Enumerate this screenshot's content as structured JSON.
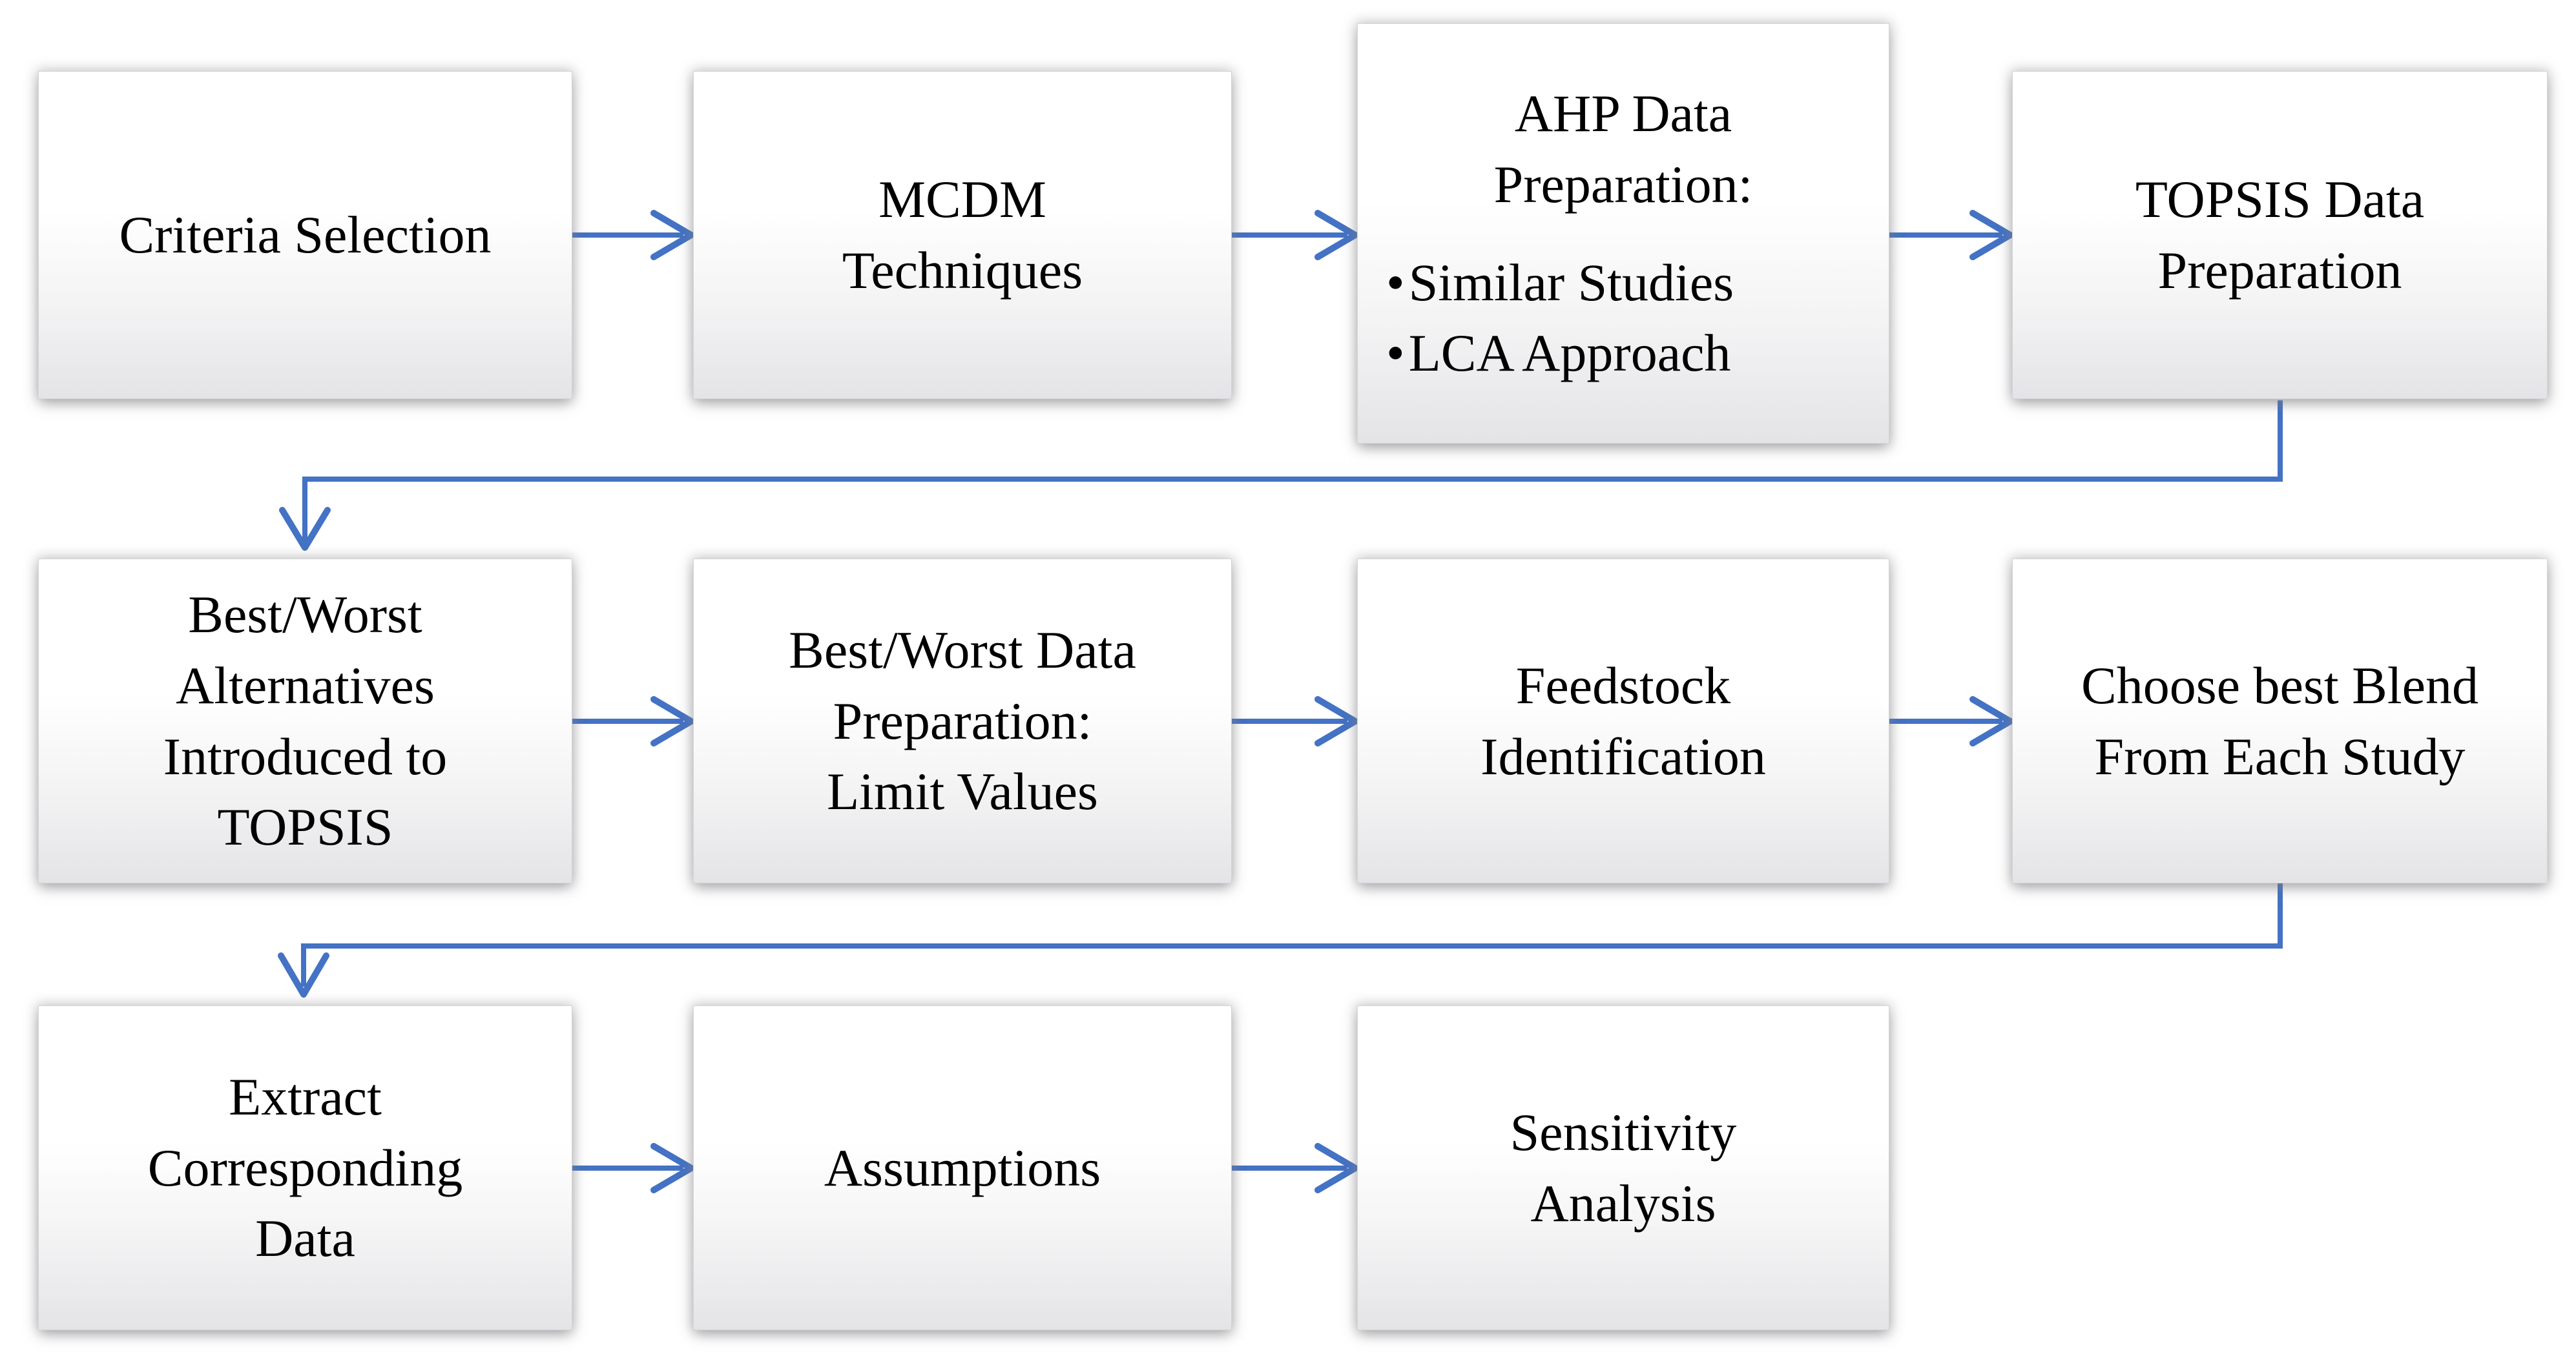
{
  "diagram": {
    "type": "flowchart",
    "background": "#ffffff"
  },
  "colors": {
    "arrow_blue": "#4472C4",
    "box_border": "#d4d4d8",
    "box_gradient_top": "#ffffff",
    "box_gradient_bottom": "#e4e4e7",
    "text": "#000000"
  },
  "boxes": [
    {
      "id": "criteria-selection",
      "lines": [
        "Criteria Selection"
      ]
    },
    {
      "id": "mcdm-techniques",
      "lines": [
        "MCDM",
        "Techniques"
      ]
    },
    {
      "id": "ahp-data-preparation",
      "lines": [
        "AHP Data",
        "Preparation:"
      ],
      "bullet_char": "•",
      "bullets": [
        "Similar Studies",
        "LCA Approach"
      ]
    },
    {
      "id": "topsis-data-preparation",
      "lines": [
        "TOPSIS Data",
        "Preparation"
      ]
    },
    {
      "id": "best-worst-alternatives",
      "lines": [
        "Best/Worst",
        "Alternatives",
        "Introduced to",
        "TOPSIS"
      ]
    },
    {
      "id": "best-worst-data-preparation",
      "lines": [
        "Best/Worst Data",
        "Preparation:",
        "Limit Values"
      ]
    },
    {
      "id": "feedstock-identification",
      "lines": [
        "Feedstock",
        "Identification"
      ]
    },
    {
      "id": "choose-best-blend",
      "lines": [
        "Choose best Blend",
        "From Each Study"
      ]
    },
    {
      "id": "extract-corresponding-data",
      "lines": [
        "Extract",
        "Corresponding",
        "Data"
      ]
    },
    {
      "id": "assumptions",
      "lines": [
        "Assumptions"
      ]
    },
    {
      "id": "sensitivity-analysis",
      "lines": [
        "Sensitivity",
        "Analysis"
      ]
    }
  ],
  "edges": [
    {
      "from": "criteria-selection",
      "to": "mcdm-techniques"
    },
    {
      "from": "mcdm-techniques",
      "to": "ahp-data-preparation"
    },
    {
      "from": "ahp-data-preparation",
      "to": "topsis-data-preparation"
    },
    {
      "from": "topsis-data-preparation",
      "to": "best-worst-alternatives"
    },
    {
      "from": "best-worst-alternatives",
      "to": "best-worst-data-preparation"
    },
    {
      "from": "best-worst-data-preparation",
      "to": "feedstock-identification"
    },
    {
      "from": "feedstock-identification",
      "to": "choose-best-blend"
    },
    {
      "from": "choose-best-blend",
      "to": "extract-corresponding-data"
    },
    {
      "from": "extract-corresponding-data",
      "to": "assumptions"
    },
    {
      "from": "assumptions",
      "to": "sensitivity-analysis"
    }
  ]
}
